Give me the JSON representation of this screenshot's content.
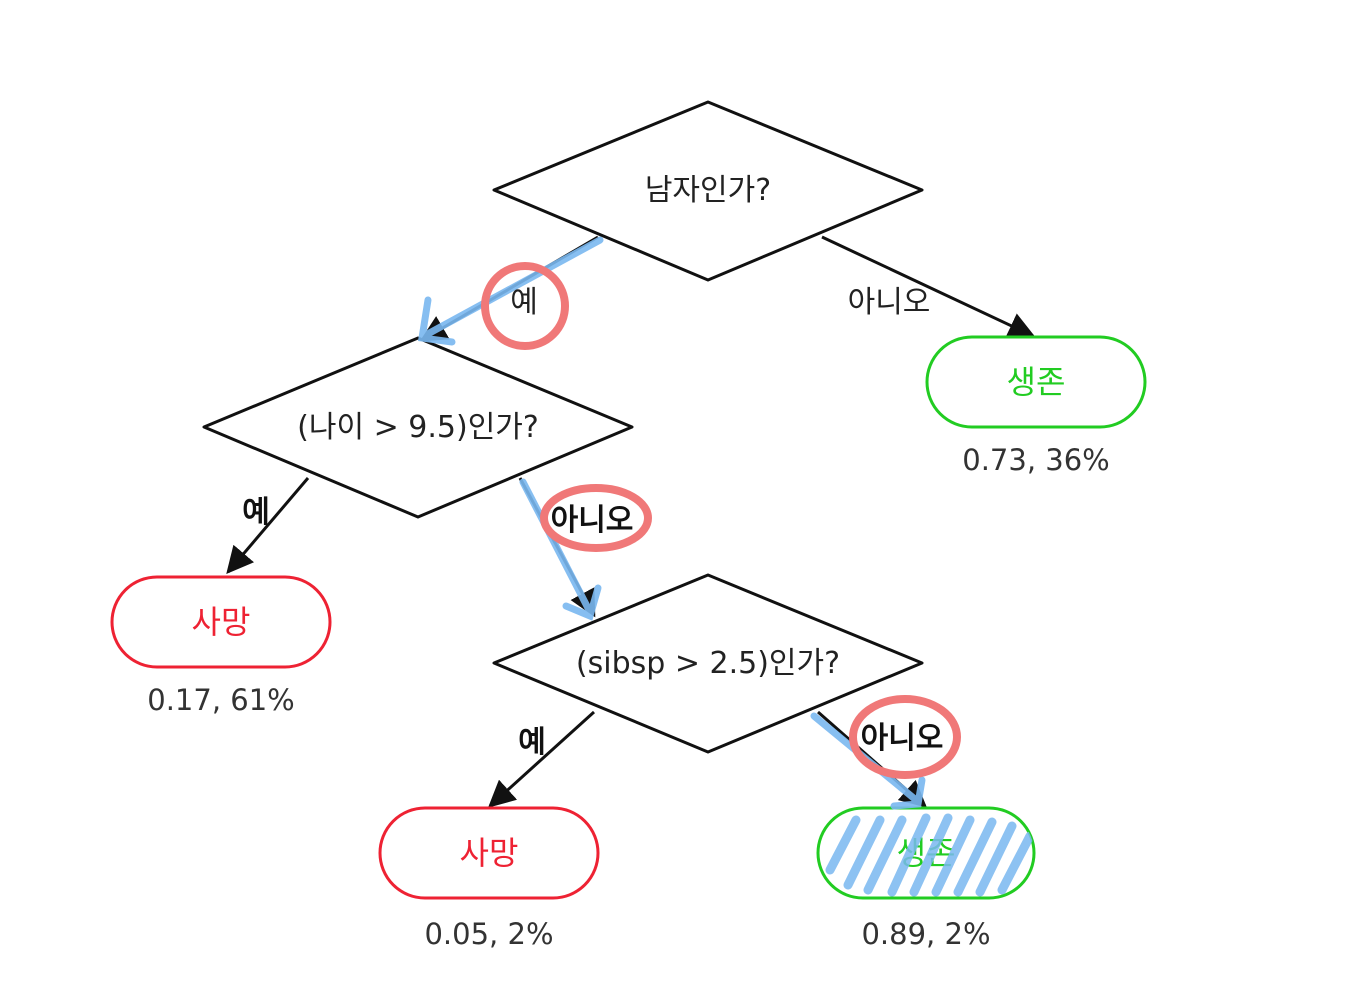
{
  "nodes": {
    "root": {
      "question": "남자인가?"
    },
    "age": {
      "question": "(나이 > 9.5)인가?"
    },
    "sibsp": {
      "question": "(sibsp > 2.5)인가?"
    }
  },
  "leaves": {
    "survive_top": {
      "label": "생존",
      "stat": "0.73, 36%"
    },
    "die_left": {
      "label": "사망",
      "stat": "0.17, 61%"
    },
    "die_bottom": {
      "label": "사망",
      "stat": "0.05, 2%"
    },
    "survive_bottom": {
      "label": "생존",
      "stat": "0.89, 2%"
    }
  },
  "edges": {
    "root_yes": "예",
    "root_no": "아니오",
    "age_yes": "예",
    "age_no": "아니오",
    "sibsp_yes": "예",
    "sibsp_no": "아니오"
  },
  "colors": {
    "survive": "#22cc22",
    "die": "#ee2233",
    "highlight": "#7ab8f0",
    "circle": "#f07878"
  }
}
